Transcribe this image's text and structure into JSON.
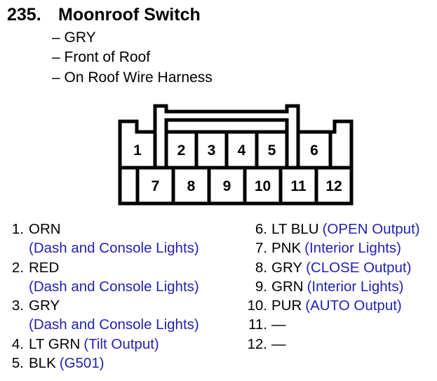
{
  "colors": {
    "function_blue": "#2222b2",
    "text_black": "#000000",
    "diagram_line": "#000000",
    "background": "#ffffff"
  },
  "header": {
    "number": "235.",
    "title": "Moonroof Switch",
    "details": [
      "– GRY",
      "– Front of Roof",
      "– On Roof Wire Harness"
    ]
  },
  "connector": {
    "pins_top": [
      "1",
      "2",
      "3",
      "4",
      "5",
      "6"
    ],
    "pins_bottom": [
      "7",
      "8",
      "9",
      "10",
      "11",
      "12"
    ]
  },
  "legend": {
    "left": [
      {
        "num": "1.",
        "wire": "ORN",
        "function": "(Dash and Console Lights)"
      },
      {
        "num": "2.",
        "wire": "RED",
        "function": "(Dash and Console Lights)"
      },
      {
        "num": "3.",
        "wire": "GRY",
        "function": "(Dash and Console Lights)"
      },
      {
        "num": "4.",
        "wire": "LT GRN",
        "function": "(Tilt Output)"
      },
      {
        "num": "5.",
        "wire": "BLK",
        "function": "(G501)"
      }
    ],
    "right": [
      {
        "num": "6.",
        "wire": "LT BLU",
        "function": "(OPEN Output)"
      },
      {
        "num": "7.",
        "wire": "PNK",
        "function": "(Interior Lights)"
      },
      {
        "num": "8.",
        "wire": "GRY",
        "function": "(CLOSE Output)"
      },
      {
        "num": "9.",
        "wire": "GRN",
        "function": "(Interior Lights)"
      },
      {
        "num": "10.",
        "wire": "PUR",
        "function": "(AUTO Output)"
      },
      {
        "num": "11.",
        "wire": "—",
        "function": ""
      },
      {
        "num": "12.",
        "wire": "—",
        "function": ""
      }
    ]
  }
}
